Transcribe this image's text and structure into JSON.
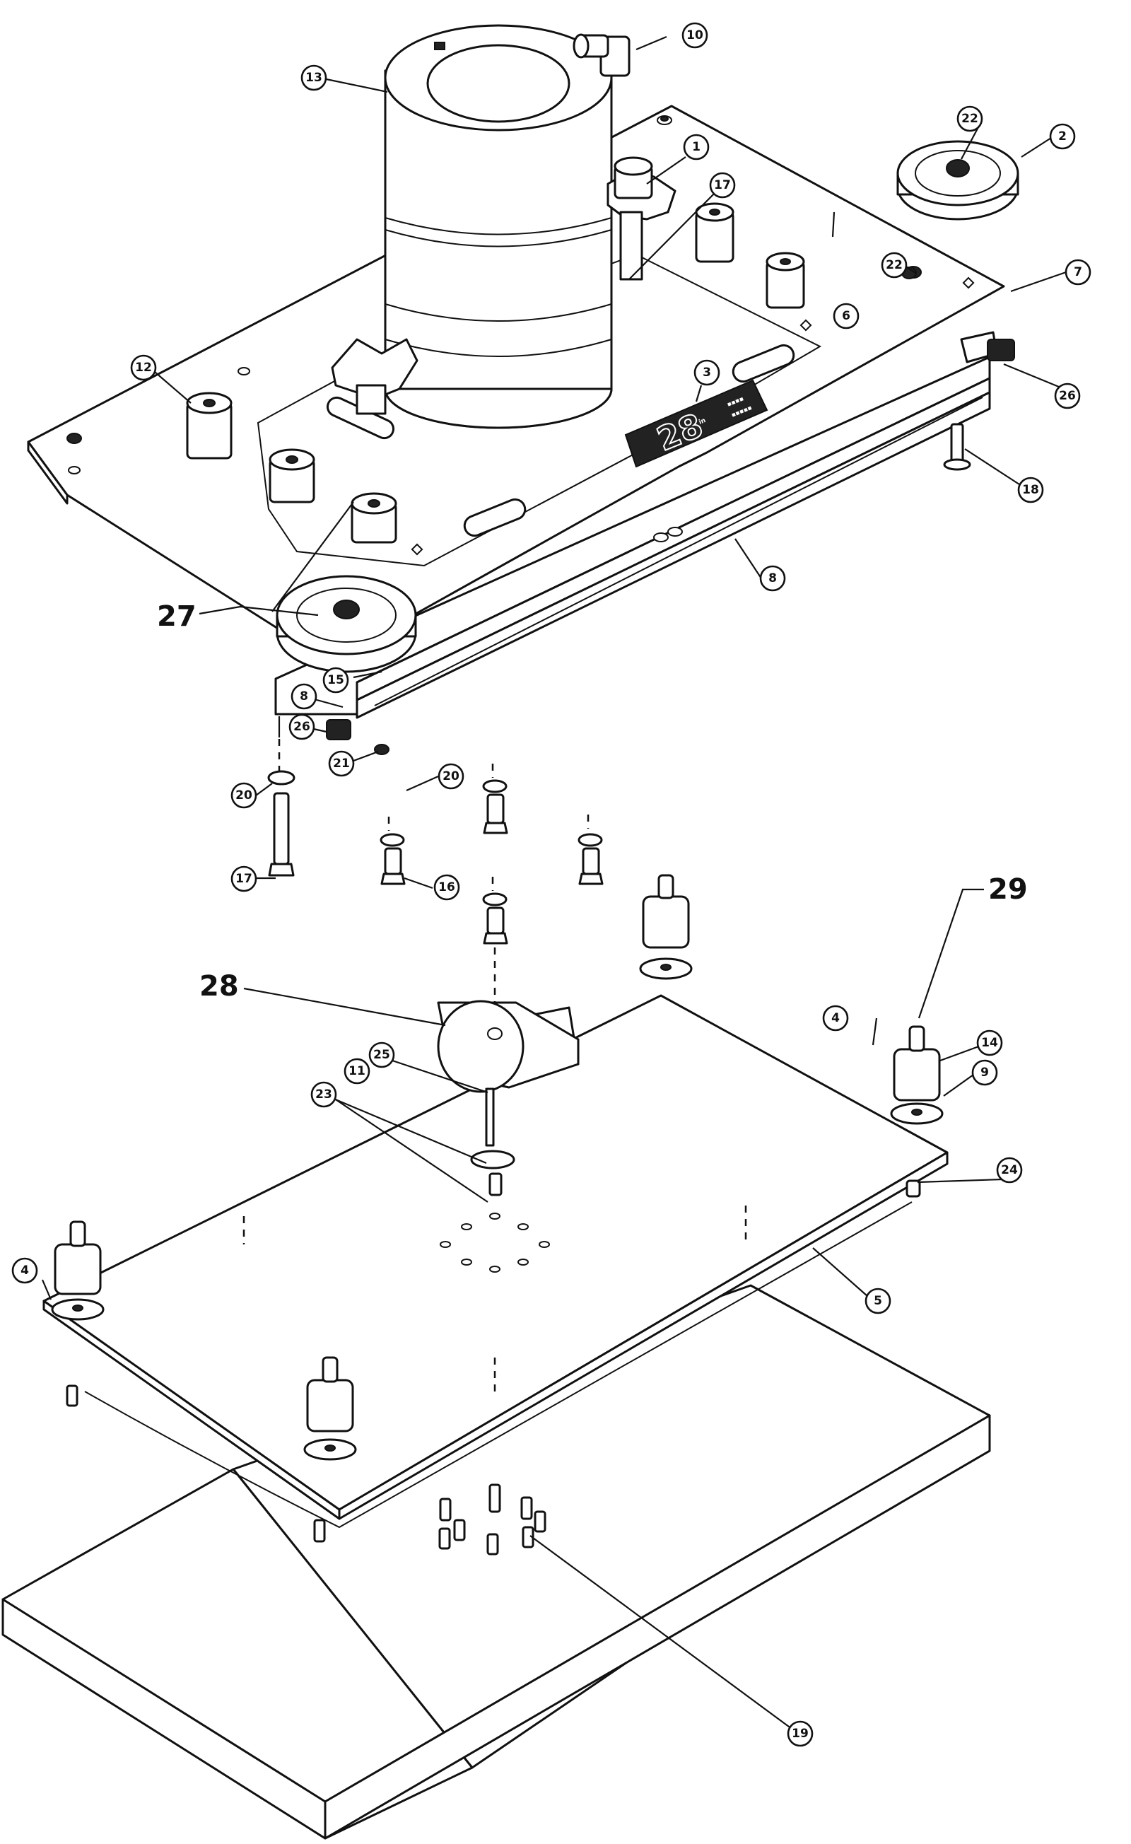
{
  "nameplate": {
    "big": "28",
    "unit": "in",
    "small_line_1": "▪▪▪▪",
    "small_line_2": "▪▪▪▪▪"
  },
  "callouts": [
    {
      "id": "c1",
      "label": "1"
    },
    {
      "id": "c2",
      "label": "2"
    },
    {
      "id": "c3",
      "label": "3"
    },
    {
      "id": "c4a",
      "label": "4"
    },
    {
      "id": "c4b",
      "label": "4"
    },
    {
      "id": "c5",
      "label": "5"
    },
    {
      "id": "c6",
      "label": "6"
    },
    {
      "id": "c7",
      "label": "7"
    },
    {
      "id": "c8a",
      "label": "8"
    },
    {
      "id": "c8b",
      "label": "8"
    },
    {
      "id": "c9",
      "label": "9"
    },
    {
      "id": "c10",
      "label": "10"
    },
    {
      "id": "c11",
      "label": "11"
    },
    {
      "id": "c12",
      "label": "12"
    },
    {
      "id": "c13",
      "label": "13"
    },
    {
      "id": "c14",
      "label": "14"
    },
    {
      "id": "c15",
      "label": "15"
    },
    {
      "id": "c16",
      "label": "16"
    },
    {
      "id": "c17a",
      "label": "17"
    },
    {
      "id": "c17b",
      "label": "17"
    },
    {
      "id": "c18",
      "label": "18"
    },
    {
      "id": "c19",
      "label": "19"
    },
    {
      "id": "c20a",
      "label": "20"
    },
    {
      "id": "c20b",
      "label": "20"
    },
    {
      "id": "c21",
      "label": "21"
    },
    {
      "id": "c22a",
      "label": "22"
    },
    {
      "id": "c22b",
      "label": "22"
    },
    {
      "id": "c23",
      "label": "23"
    },
    {
      "id": "c24",
      "label": "24"
    },
    {
      "id": "c25",
      "label": "25"
    },
    {
      "id": "c26a",
      "label": "26"
    },
    {
      "id": "c26b",
      "label": "26"
    }
  ],
  "plain_labels": [
    {
      "id": "p27",
      "label": "27"
    },
    {
      "id": "p28",
      "label": "28"
    },
    {
      "id": "p29",
      "label": "29"
    }
  ]
}
